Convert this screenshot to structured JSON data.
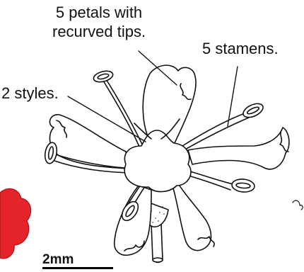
{
  "labels": {
    "petals_line1": "5 petals with",
    "petals_line2": "recurved tips.",
    "stamens": "5 stamens.",
    "styles": "2 styles.",
    "scale": "2mm"
  },
  "colors": {
    "ink": "#111111",
    "fill": "#ffffff",
    "neighbor_flower": "#e3242b"
  }
}
